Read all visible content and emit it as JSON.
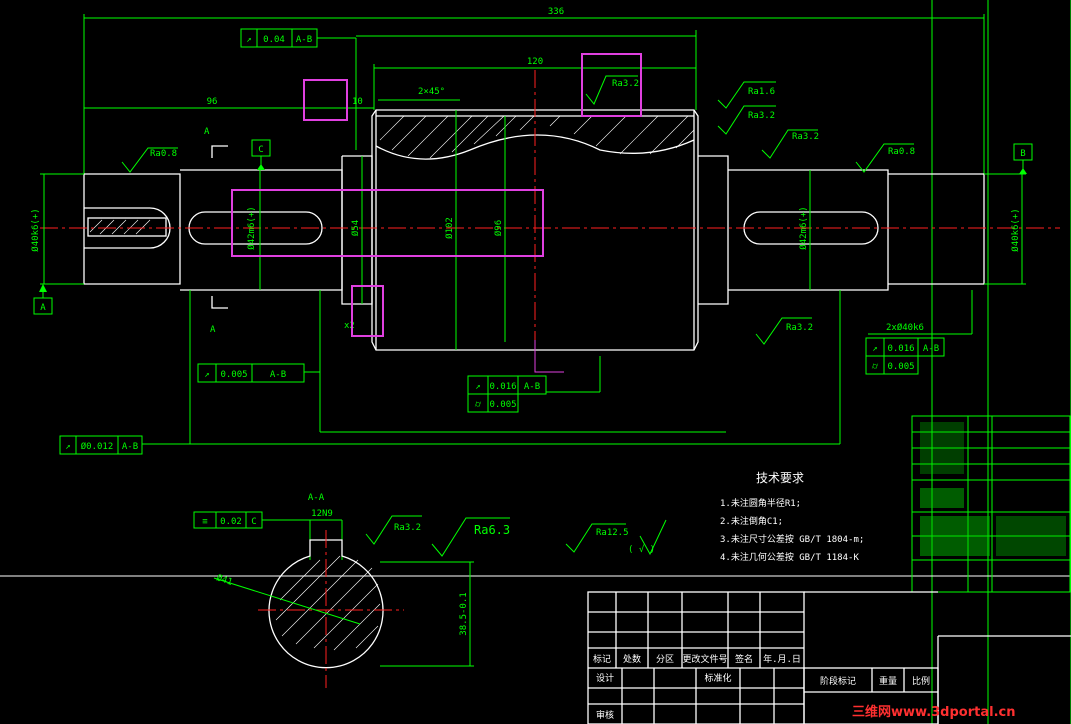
{
  "dims": {
    "overall_length": "336",
    "len_96": "96",
    "len_120": "120",
    "len_10": "10",
    "chamfer": "2×45°",
    "dia_left_end": "Ø40k6(+)",
    "dia_left_bearing": "Ø42m6(+)",
    "dia_shoulder": "Ø54",
    "dia_body": "Ø102",
    "dia_bore": "Ø96",
    "dia_right_bearing": "Ø42m6(+)",
    "dia_right_end": "Ø40k6(+)",
    "groove": "x2",
    "two_dia": "2xØ40k6",
    "section_key": "12N9",
    "section_depth": "38.5-0.1",
    "section_depth_tol": "0\n-0.1",
    "section_dia": "Ø41"
  },
  "datums": {
    "a": "A",
    "b": "B",
    "c": "C"
  },
  "section_marks": {
    "a": "A",
    "section_label": "A-A"
  },
  "roughness": {
    "r1": "Ra3.2",
    "r2": "Ra1.6",
    "r3": "Ra3.2",
    "r4": "Ra3.2",
    "r5": "Ra0.8",
    "r6": "Ra0.8",
    "r7": "Ra3.2",
    "r8": "Ra3.2",
    "r9": "Ra6.3",
    "r10": "Ra12.5"
  },
  "tolerances": {
    "t1": {
      "sym": "↗",
      "val": "0.04",
      "ref": "A-B"
    },
    "t2": {
      "sym": "↗",
      "val": "0.005",
      "ref": "A-B"
    },
    "t3": {
      "sym": "↗",
      "val": "0.016",
      "ref": "A-B"
    },
    "t3b": {
      "sym": "⌭",
      "val": "0.005"
    },
    "t4": {
      "sym": "↗",
      "val": "Ø0.012",
      "ref": "A-B"
    },
    "t5": {
      "sym": "↗",
      "val": "0.016",
      "ref": "A-B"
    },
    "t5b": {
      "sym": "⌭",
      "val": "0.005"
    },
    "t6": {
      "sym": "≡",
      "val": "0.02",
      "ref": "C"
    }
  },
  "tech": {
    "title": "技术要求",
    "items": [
      "1.未注圆角半径R1;",
      "2.未注倒角C1;",
      "3.未注尺寸公差按 GB/T 1804-m;",
      "4.未注几何公差按 GB/T 1184-K"
    ],
    "paren": "( √ )"
  },
  "title_block": {
    "row1": [
      "标记",
      "处数",
      "分区",
      "更改文件号",
      "签名",
      "年.月.日"
    ],
    "design": "设计",
    "standard": "标准化",
    "review": "审核",
    "stage": "阶段标记",
    "weight": "重量",
    "scale": "比例"
  },
  "watermark": "三维网www.3dportal.cn"
}
